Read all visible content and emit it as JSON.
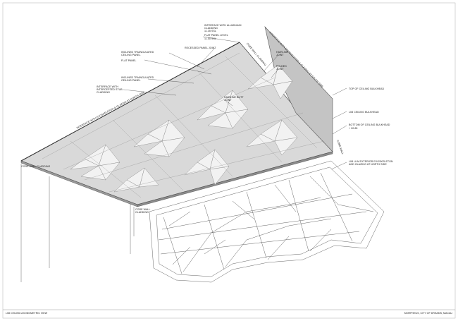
{
  "labels": {
    "interface_cladding_top": "INTERFACE WITH ALUMINIUM CLADDING",
    "interface_level": "11.35 SSL",
    "flat_panel_level_label": "FLAT PANEL LEVEL",
    "flat_panel_level_value": "11.00 SSL",
    "recessed_panel_joint": "RECESSED PANEL JOINT",
    "inclined_triangulated_panel": "INCLINED TRIANGULATED CEILING PANEL",
    "flat_panel": "FLAT PANEL",
    "inclined_triangulated_ceiling_panel": "INCLINED TRIANGULATED CEILING PANEL",
    "interface_stub": "INTERFACE WITH INTERCEPTED STUB CLADDING",
    "hairline_joint": "HAIRLINE JOINT",
    "folded_joint": "FOLDED JOINT",
    "hairline_butt_joint": "HAIRLINE BUTT JOINT",
    "top_of_ceiling_bulkhead": "TOP OF CEILING BULKHEAD",
    "l08_ceiling_bulkhead": "L08 CEILING BULKHEAD",
    "bottom_of_ceiling_bulkhead": "BOTTOM OF CEILING BULKHEAD",
    "bottom_of_ceiling_bulkhead_value": "+ 00.85",
    "l08_exterior_exoskeleton": "L08 LLW EXTERIOR EXOSKELETON AND GLAZING AT NORTH SIDE",
    "core_wall_cladding_left": "CORE WALL CLADDING",
    "core_wall_cladding_mid": "CORE WALL CLADDING",
    "core_wall_cladding_top": "CORE WALL CLADDING",
    "core_wall_right": "CORE WALL",
    "edge_left": "INTERFACE WITH EXOSKELETON & GLAZING AT NORTH SIDE",
    "edge_right": "INTERFACE WITH EXOSKELETON & GLAZING AT SOUTH SIDE"
  },
  "footer": {
    "left": "L08 CEILING AXONOMETRIC VIEW",
    "right": "MORPHEUS, CITY OF DREAMS, MACAU"
  }
}
